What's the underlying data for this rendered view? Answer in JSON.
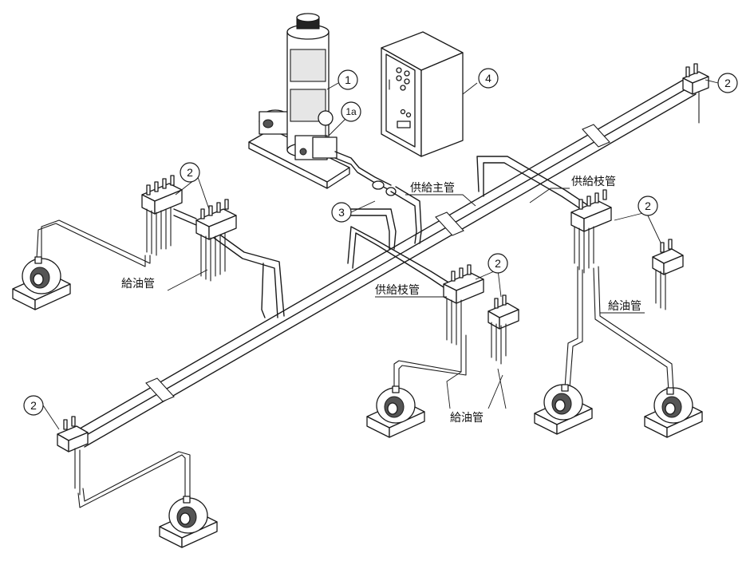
{
  "callouts": {
    "pump": "1",
    "pump_valve": "1a",
    "filter": "3",
    "control_panel": "4",
    "distributor": "2"
  },
  "labels": {
    "main_supply_pipe": "供給主管",
    "branch_supply_pipe": "供給枝管",
    "oil_supply_pipe": "給油管"
  }
}
